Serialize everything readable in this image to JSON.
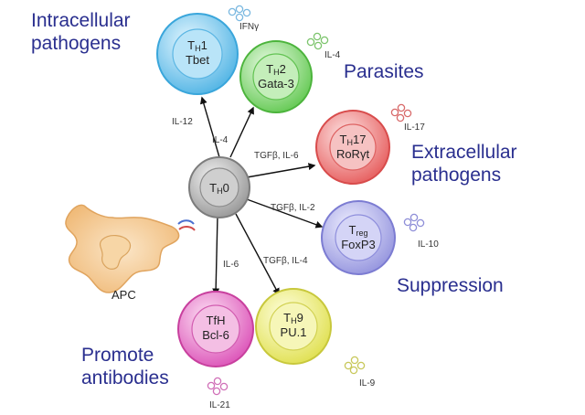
{
  "colors": {
    "function_text": "#2a2f8f",
    "arrow": "#111111",
    "th0": "#9c9c9c",
    "th1": "#69c4ef",
    "th2": "#7fd36f",
    "th17": "#ee7a7a",
    "treg": "#a3a3e6",
    "th9": "#eaea6a",
    "tfh": "#e46fc4",
    "apc": "#f2c48a"
  },
  "functions": {
    "intracellular": [
      "Intracellular",
      "pathogens"
    ],
    "parasites": [
      "Parasites"
    ],
    "extracellular": [
      "Extracellular",
      "pathogens"
    ],
    "suppression": [
      "Suppression"
    ],
    "antibodies": [
      "Promote",
      "antibodies"
    ]
  },
  "apc_label": "APC",
  "cells": {
    "th0": {
      "name_main": "T",
      "name_sub": "H",
      "name_rest": "0"
    },
    "th1": {
      "name_main": "T",
      "name_sub": "H",
      "name_rest": "1",
      "factor": "Tbet"
    },
    "th2": {
      "name_main": "T",
      "name_sub": "H",
      "name_rest": "2",
      "factor": "Gata-3"
    },
    "th17": {
      "name_main": "T",
      "name_sub": "H",
      "name_rest": "17",
      "factor": "RoRγt"
    },
    "treg": {
      "name_main": "T",
      "name_sub": "reg",
      "name_rest": "",
      "factor": "FoxP3"
    },
    "th9": {
      "name_main": "T",
      "name_sub": "H",
      "name_rest": "9",
      "factor": "PU.1"
    },
    "tfh": {
      "name_main": "TfH",
      "name_sub": "",
      "name_rest": "",
      "factor": "Bcl-6"
    }
  },
  "arrow_labels": {
    "th1": "IL-12",
    "th2": "IL-4",
    "th17": "TGFβ, IL-6",
    "treg": "TGFβ, IL-2",
    "th9": "TGFβ, IL-4",
    "tfh": "IL-6"
  },
  "secreted": {
    "th1": "IFNγ",
    "th2": "IL-4",
    "th17": "IL-17",
    "treg": "IL-10",
    "th9": "IL-9",
    "tfh": "IL-21"
  }
}
